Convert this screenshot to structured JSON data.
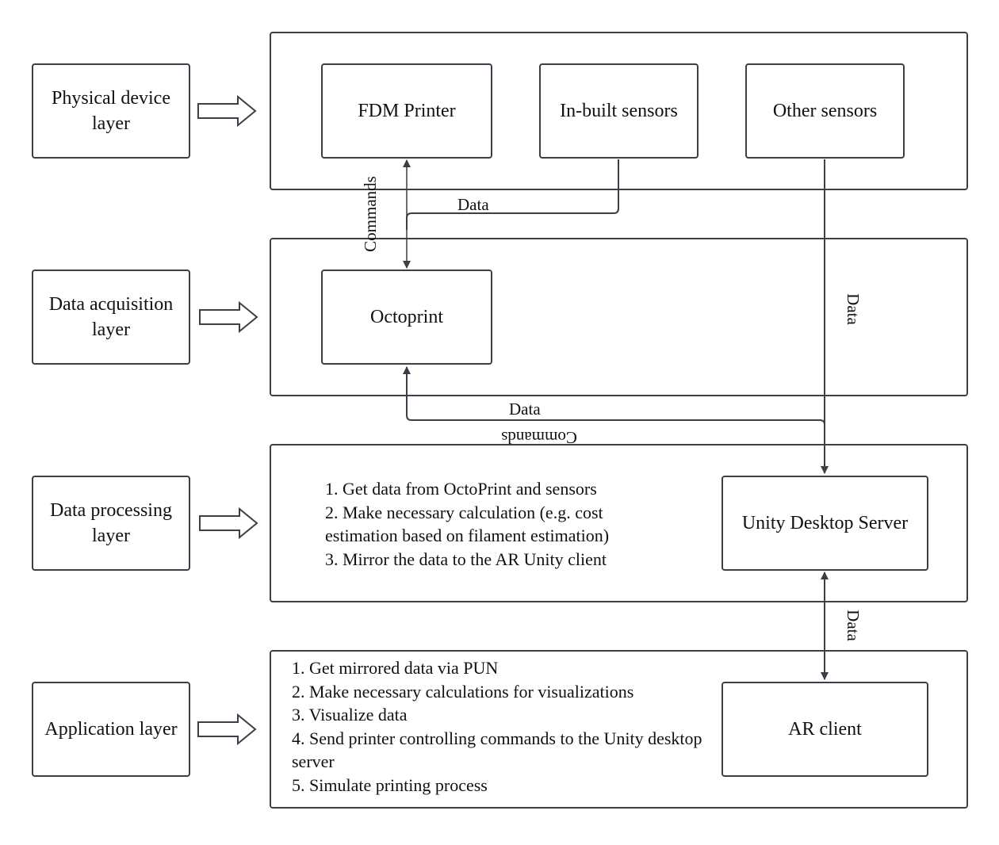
{
  "layers": [
    {
      "id": "physical",
      "label": "Physical device layer"
    },
    {
      "id": "acquisition",
      "label": "Data acquisition layer"
    },
    {
      "id": "processing",
      "label": "Data processing layer"
    },
    {
      "id": "application",
      "label": "Application layer"
    }
  ],
  "nodes": {
    "fdm_printer": "FDM Printer",
    "inbuilt_sensors": "In-built sensors",
    "other_sensors": "Other sensors",
    "octoprint": "Octoprint",
    "unity_server": "Unity Desktop Server",
    "ar_client": "AR client"
  },
  "processing_steps": [
    "1. Get data from OctoPrint and sensors",
    "2. Make necessary calculation (e.g. cost estimation based on filament estimation)",
    "3. Mirror the data to the AR Unity client"
  ],
  "application_steps": [
    "1. Get mirrored data via PUN",
    "2. Make necessary calculations for visualizations",
    "3. Visualize data",
    "4. Send printer controlling commands to the Unity desktop server",
    "5. Simulate printing process"
  ],
  "edges": {
    "commands_printer_octoprint": "Commands",
    "data_sensors_octoprint": "Data",
    "data_other_sensors_server": "Data",
    "data_server_octoprint": "Data",
    "commands_server_octoprint": "Commands",
    "data_server_ar": "Data"
  },
  "colors": {
    "stroke": "#3c3f47",
    "background": "#ffffff"
  }
}
